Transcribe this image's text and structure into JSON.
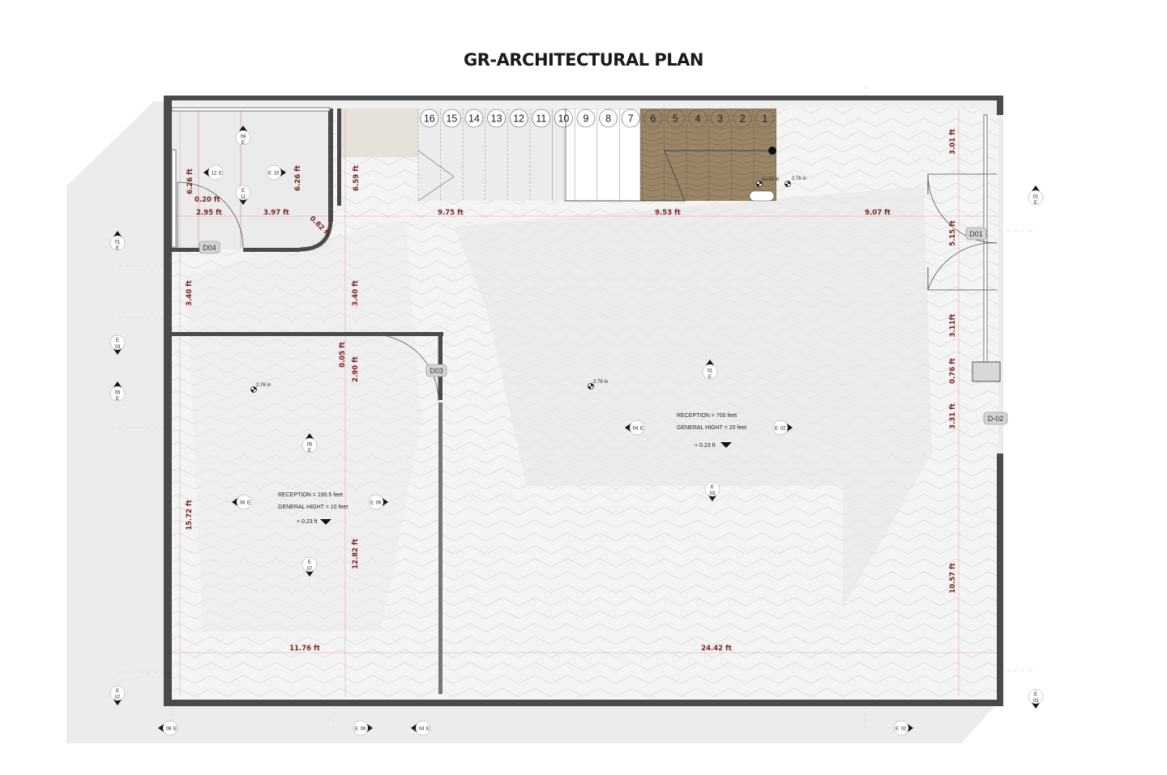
{
  "title": "GR-ARCHITECTURAL PLAN",
  "doors": {
    "d01": "D01",
    "d02": "D-02",
    "d03": "D03",
    "d04": "D04"
  },
  "stair_steps": [
    "16",
    "15",
    "14",
    "13",
    "12",
    "11",
    "10",
    "9",
    "8",
    "7",
    "6",
    "5",
    "4",
    "3",
    "2",
    "1"
  ],
  "dimensions": {
    "d626_left": "6.26 ft",
    "d626_right": "6.26 ft",
    "d020": "0.20 ft",
    "d295": "2.95 ft",
    "d397": "3.97 ft",
    "d082": "0.82 ft",
    "d659": "6.59 ft",
    "d975": "9.75 ft",
    "d953": "9.53 ft",
    "d907": "9.07 ft",
    "d301": "3.01 ft",
    "d515": "5.15 ft",
    "d340_left": "3.40 ft",
    "d340_mid": "3.40 ft",
    "d005": "0.05 ft",
    "d290": "2.90 ft",
    "d311": "3.11ft",
    "d076": "0.76 ft",
    "d331": "3.31 ft",
    "d1572": "15.72 ft",
    "d1282": "12.82 ft",
    "d1057": "10.57 ft",
    "d1176": "11.76 ft",
    "d2442": "24.42 ft"
  },
  "spot_labels": {
    "a": "10.53 in",
    "b": "2.76 in",
    "c": "2.76 in",
    "d": "2.76 in"
  },
  "room_notes": {
    "large": {
      "reception": "RECEPTION = 700 feet",
      "height": "GENERAL HIGHT = 20 feet",
      "level": "+ 0.23 ft"
    },
    "small": {
      "reception": "RECEPTION = 190.5 feet",
      "height": "GENERAL HIGHT = 10  feet",
      "level": "+ 0.23 ft"
    }
  },
  "elevation_markers": {
    "e01a": {
      "num": "01",
      "code": "E"
    },
    "e03a": {
      "num": "03",
      "code": "E"
    },
    "e05a": {
      "num": "05",
      "code": "E"
    },
    "e07a": {
      "num": "07",
      "code": "E"
    },
    "e01b": {
      "num": "01",
      "code": "E"
    },
    "e03b": {
      "num": "03",
      "code": "E"
    },
    "e08a": {
      "num": "08",
      "code": "E"
    },
    "e06a": {
      "num": "06",
      "code": "E"
    },
    "e04a": {
      "num": "04",
      "code": "E"
    },
    "e02a": {
      "num": "02",
      "code": "E"
    },
    "e09": {
      "num": "09",
      "code": "E"
    },
    "e12": {
      "num": "12",
      "code": "E"
    },
    "e10": {
      "num": "10",
      "code": "E"
    },
    "e11": {
      "num": "11",
      "code": "E"
    },
    "e01c": {
      "num": "01",
      "code": "E"
    },
    "e04c": {
      "num": "04",
      "code": "E"
    },
    "e02c": {
      "num": "02",
      "code": "E"
    },
    "e03c": {
      "num": "03",
      "code": "E"
    },
    "e05c": {
      "num": "05",
      "code": "E"
    },
    "e08c": {
      "num": "08",
      "code": "E"
    },
    "e06c": {
      "num": "06",
      "code": "E"
    },
    "e07c": {
      "num": "07",
      "code": "E"
    }
  },
  "colors": {
    "wall": "#4a4a4a",
    "floor": "#f4f4f4",
    "dimension": "#7a1f1f",
    "stair_wood": "#9a8566"
  }
}
